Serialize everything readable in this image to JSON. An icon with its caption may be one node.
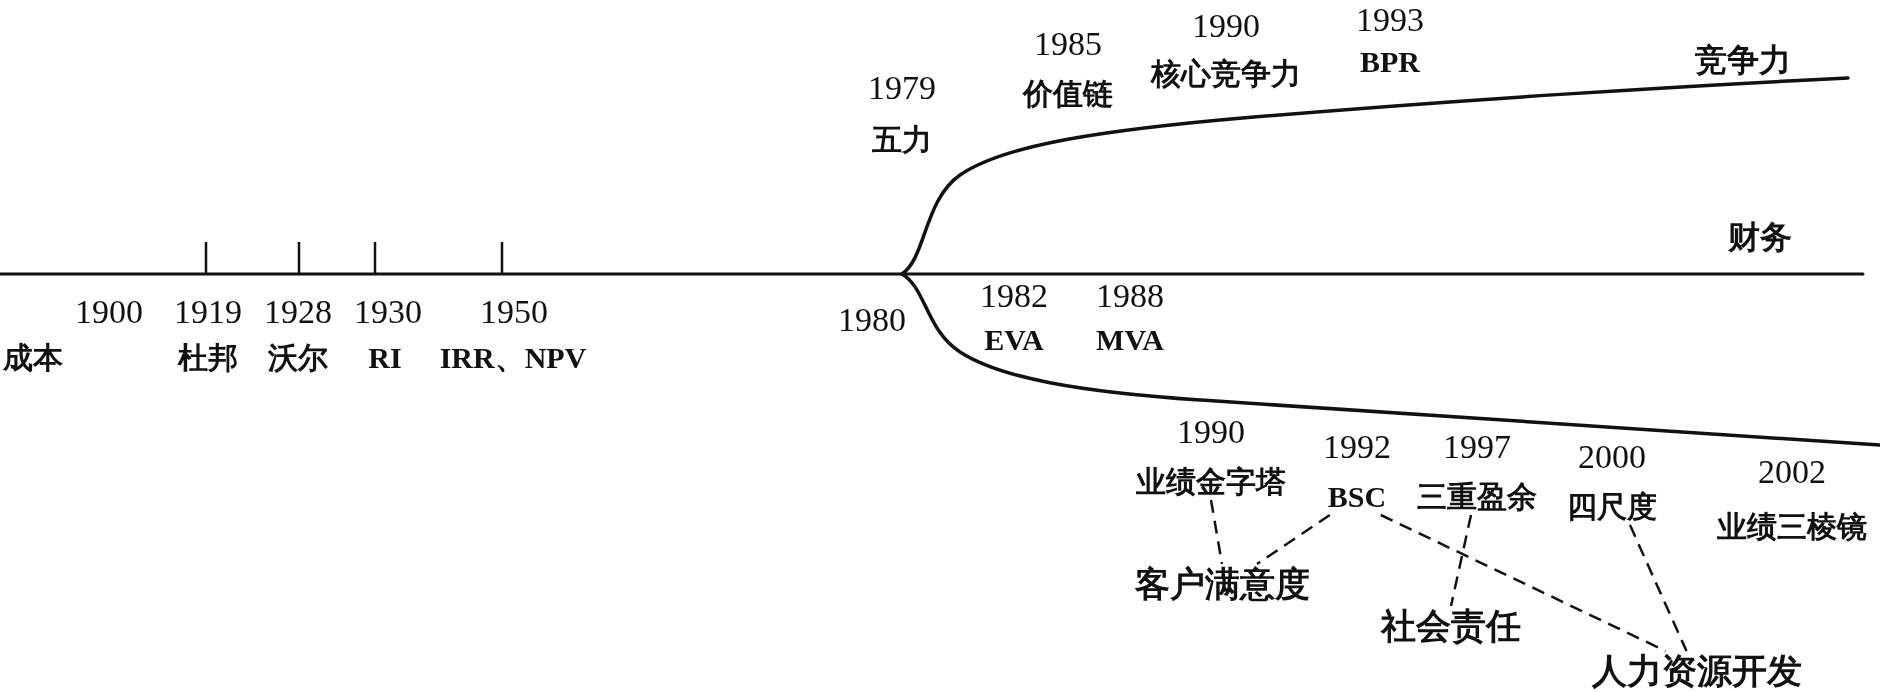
{
  "diagram": {
    "nodes": [
      {
        "text": [
          "1990",
          "业绩金字塔"
        ]
      },
      {
        "text": [
          "1992",
          "BSC"
        ]
      },
      {
        "text": [
          "1997",
          "三重盈余"
        ]
      },
      {
        "text": [
          "2000",
          "四尺度"
        ]
      },
      {
        "text": [
          "客户满意度"
        ]
      },
      {
        "text": [
          "社会责任"
        ]
      },
      {
        "text": [
          "人力资源开发"
        ]
      }
    ],
    "edges": [
      {
        "from": 0,
        "to": 4,
        "arrow": "none",
        "style": "dashed"
      },
      {
        "from": 1,
        "to": 4,
        "arrow": "none",
        "style": "dashed"
      },
      {
        "from": 1,
        "to": 6,
        "arrow": "none",
        "style": "dashed"
      },
      {
        "from": 2,
        "to": 5,
        "arrow": "none",
        "style": "dashed"
      },
      {
        "from": 3,
        "to": 6,
        "arrow": "none",
        "style": "dashed"
      }
    ],
    "labels": [
      "1900",
      "成本",
      "1919",
      "杜邦",
      "1928",
      "沃尔",
      "1930",
      "RI",
      "1950",
      "IRR、NPV",
      "1979",
      "五力",
      "1980",
      "1982",
      "EVA",
      "1985",
      "价值链",
      "1988",
      "MVA",
      "1990",
      "核心竞争力",
      "1993",
      "BPR",
      "竞争力",
      "财务",
      "2002",
      "业绩三棱镜"
    ]
  }
}
